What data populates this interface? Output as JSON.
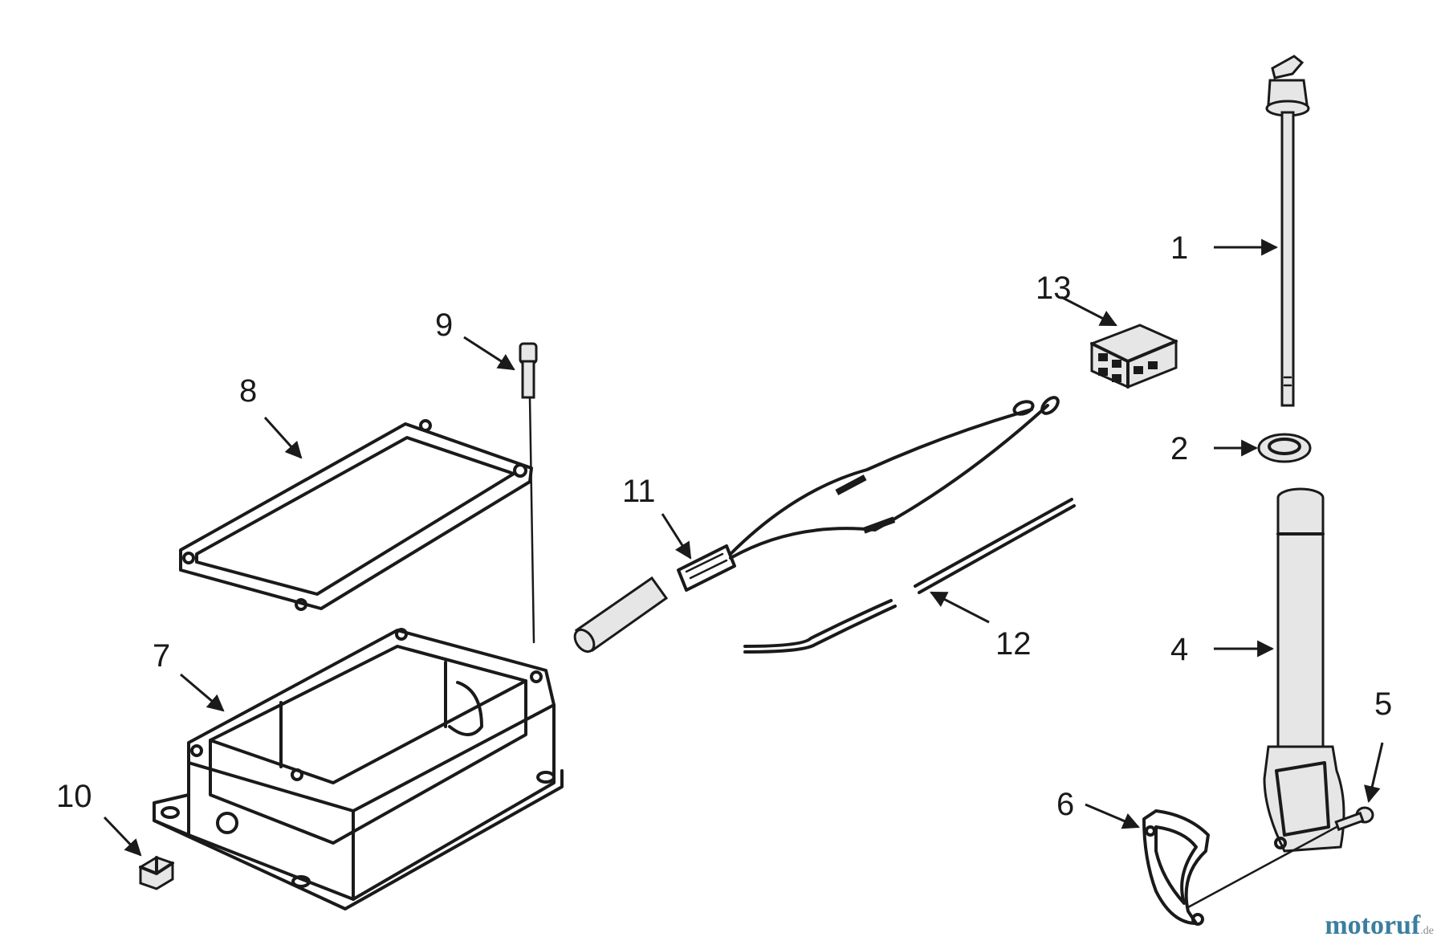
{
  "diagram": {
    "callouts": [
      {
        "id": "1",
        "label": "1"
      },
      {
        "id": "2",
        "label": "2"
      },
      {
        "id": "4",
        "label": "4"
      },
      {
        "id": "5",
        "label": "5"
      },
      {
        "id": "6",
        "label": "6"
      },
      {
        "id": "7",
        "label": "7"
      },
      {
        "id": "8",
        "label": "8"
      },
      {
        "id": "9",
        "label": "9"
      },
      {
        "id": "10",
        "label": "10"
      },
      {
        "id": "11",
        "label": "11"
      },
      {
        "id": "12",
        "label": "12"
      },
      {
        "id": "13",
        "label": "13"
      }
    ]
  },
  "watermark": {
    "brand": "motoruf",
    "suffix": ".de",
    "color": "#3b7f9f"
  }
}
